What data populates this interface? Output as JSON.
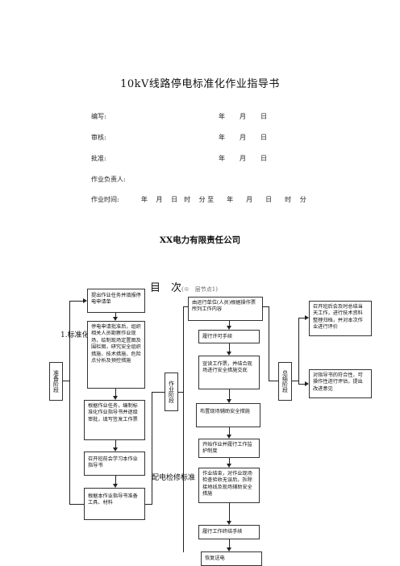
{
  "doc_title": "10kV线路停电标准化作业指导书",
  "form": {
    "author_label": "编写:",
    "reviewer_label": "审核:",
    "approver_label": "批准:",
    "leader_label": "作业负责人:",
    "time_label": "作业时间:",
    "year": "年",
    "month": "月",
    "day": "日",
    "time_range": "年　 月　 日　时　 分 至　　年　　月　　日　　时　 分"
  },
  "company": "XX电力有限责任公司",
  "contents_heading": "目　次",
  "contents_sub": "(※　层节点1)",
  "overlay": {
    "scope_fragment": "1.标准化",
    "wiring_fragment": "配电检修标准"
  },
  "flow": {
    "stages": {
      "prepare": "准备阶段",
      "work": "作业阶段",
      "summary": "总结阶段"
    },
    "prepare_steps": [
      "提出作业任务并填报停电申请单",
      "停电申请批准后，组织相关人员勘察作业现场，绘制现场定置图及围栏图，研究安全组织措施、技术措施、危险点分析及预控措施",
      "根据作业任务，编制标准化作业指导书并逐级审批，填写签发工作票",
      "召开班前会学习本作业指导书",
      "根据本作业指导书准备工具、材料"
    ],
    "work_steps": [
      "由运行单位(人员)根据操作票所列工作内容",
      "履行许可手续",
      "宣读工作票，并结合现场进行安全措施交底",
      "布置现场辅助安全措施",
      "开始作业并履行工作监护制度",
      "作业结束，对作业现场检查验收无误后，拆除接地线及现场辅助安全措施",
      "履行工作终结手续",
      "恢复送电"
    ],
    "summary_steps": [
      "召开班后会及时总结当天工作，进行技术资料整理归档，并对本次作业进行评价",
      "对指导书的符合性、可操作性进行评估，提出改进意见"
    ]
  }
}
